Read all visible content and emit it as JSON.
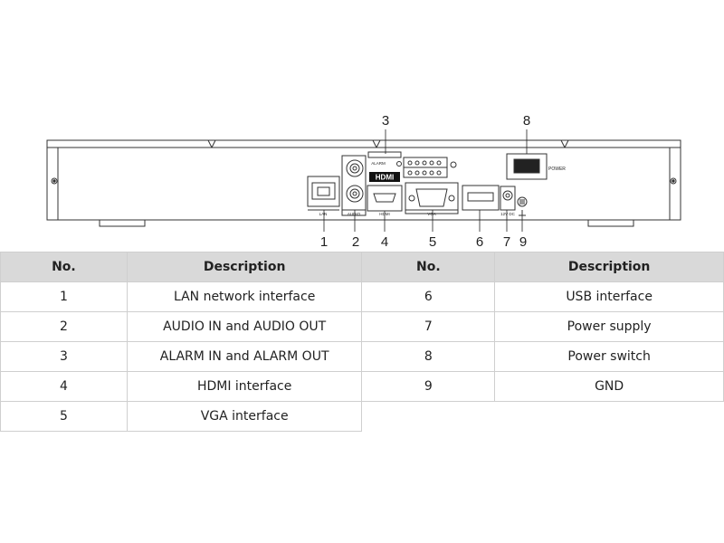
{
  "diagram": {
    "callouts": [
      "1",
      "2",
      "3",
      "4",
      "5",
      "6",
      "7",
      "8",
      "9"
    ],
    "labels": {
      "power": "POWER",
      "lan": "LAN",
      "audio": "AUDIO",
      "hdmi_bar": "HDMI",
      "hdmi_logo": "HDMI",
      "vga": "VGA",
      "alarm": "ALARM",
      "voltage": "12V DC"
    }
  },
  "table": {
    "headers": [
      "No.",
      "Description",
      "No.",
      "Description"
    ],
    "left_rows": [
      {
        "no": "1",
        "desc": "LAN network interface"
      },
      {
        "no": "2",
        "desc": "AUDIO IN and AUDIO OUT"
      },
      {
        "no": "3",
        "desc": "ALARM IN and ALARM OUT"
      },
      {
        "no": "4",
        "desc": "HDMI interface"
      },
      {
        "no": "5",
        "desc": "VGA interface"
      }
    ],
    "right_rows": [
      {
        "no": "6",
        "desc": "USB interface"
      },
      {
        "no": "7",
        "desc": "Power supply"
      },
      {
        "no": "8",
        "desc": "Power switch"
      },
      {
        "no": "9",
        "desc": "GND"
      }
    ]
  }
}
